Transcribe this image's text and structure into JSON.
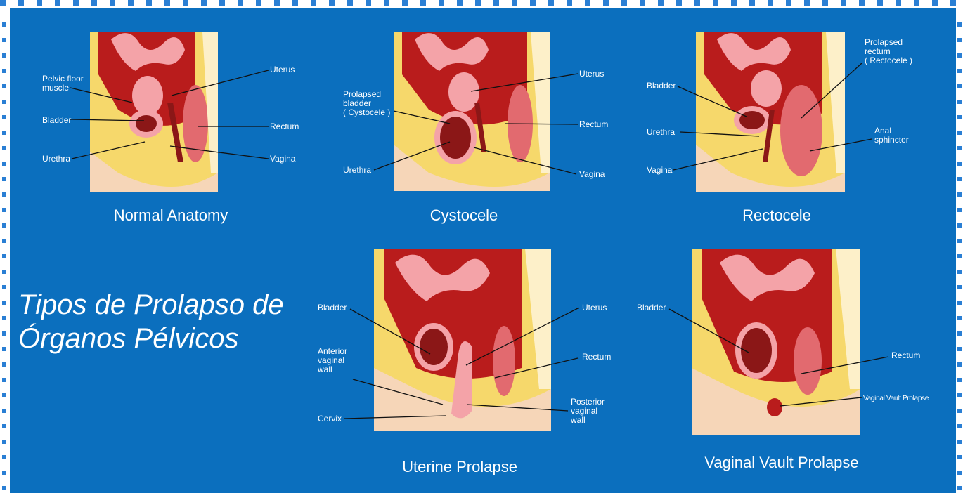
{
  "title": {
    "line1": "Tipos de Prolapso de",
    "line2": "Órganos Pélvicos"
  },
  "colors": {
    "background": "#0b6fbe",
    "fat": "#f6d86b",
    "organ": "#b91c1c",
    "intestine": "#f4a3a8",
    "skin": "#f6d6b8"
  },
  "panels": [
    {
      "caption": "Normal Anatomy",
      "labels": {
        "pelvic": "Pelvic floor\nmuscle",
        "bladder": "Bladder",
        "urethra": "Urethra",
        "uterus": "Uterus",
        "rectum": "Rectum",
        "vagina": "Vagina"
      }
    },
    {
      "caption": "Cystocele",
      "labels": {
        "prolapsed": "Prolapsed\nbladder\n( Cystocele )",
        "urethra": "Urethra",
        "uterus": "Uterus",
        "rectum": "Rectum",
        "vagina": "Vagina"
      }
    },
    {
      "caption": "Rectocele",
      "labels": {
        "bladder": "Bladder",
        "urethra": "Urethra",
        "vagina": "Vagina",
        "prolapsed": "Prolapsed\nrectum\n( Rectocele )",
        "anal": "Anal\nsphincter"
      }
    },
    {
      "caption": "Uterine Prolapse",
      "labels": {
        "bladder": "Bladder",
        "anterior": "Anterior\nvaginal\nwall",
        "cervix": "Cervix",
        "uterus": "Uterus",
        "rectum": "Rectum",
        "posterior": "Posterior\nvaginal\nwall"
      }
    },
    {
      "caption": "Vaginal Vault Prolapse",
      "labels": {
        "bladder": "Bladder",
        "rectum": "Rectum",
        "vault": "Vaginal Vault Prolapse"
      }
    }
  ]
}
